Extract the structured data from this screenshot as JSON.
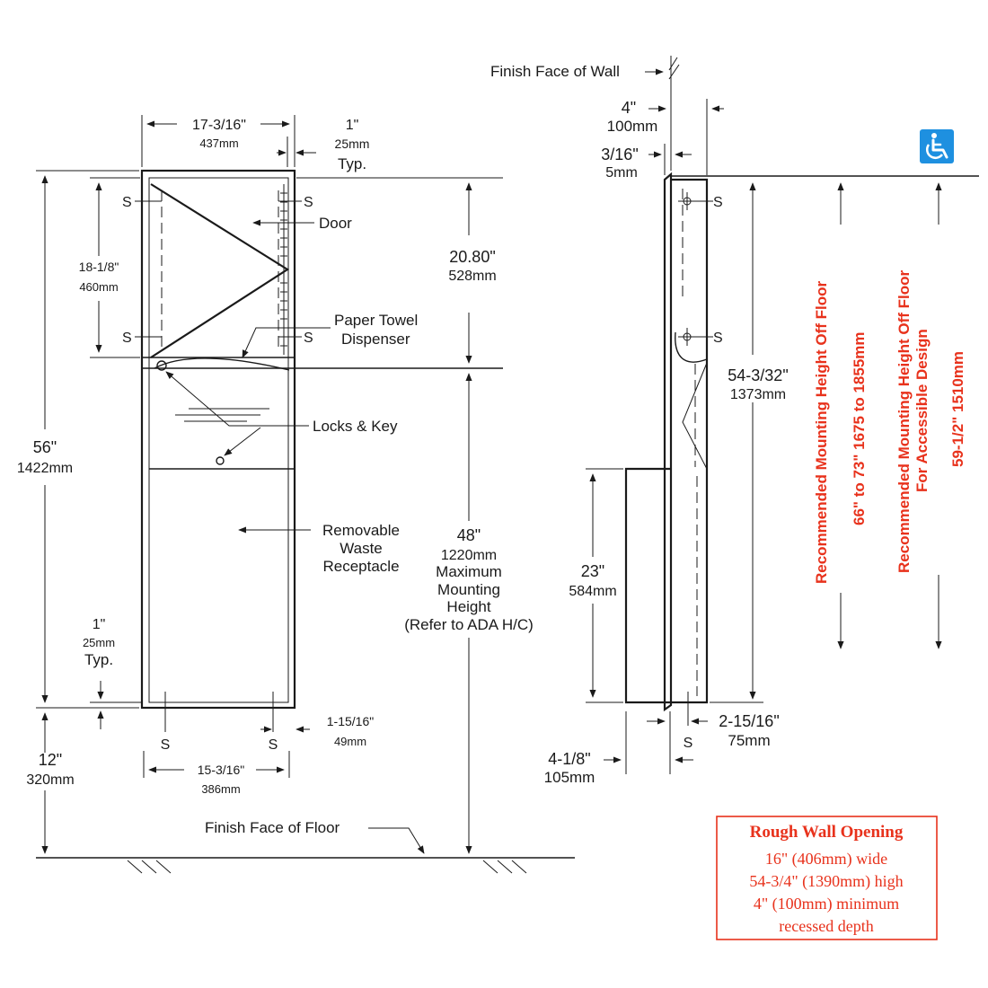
{
  "colors": {
    "ink": "#1a1a1a",
    "accent": "#e8321c",
    "accessible_icon_bg": "#1e90e0"
  },
  "icons": {
    "accessible": "wheelchair-icon"
  },
  "front_view": {
    "overall_width": "17-3/16\"",
    "overall_width_mm": "437mm",
    "flange": "1\"",
    "flange_mm": "25mm",
    "flange_typ": "Typ.",
    "screw_mark": "S",
    "door_label": "Door",
    "door_height": "18-1/8\"",
    "door_height_mm": "460mm",
    "paper_towel_line1": "Paper Towel",
    "paper_towel_line2": "Dispenser",
    "locks_key": "Locks & Key",
    "overall_height": "56\"",
    "overall_height_mm": "1422mm",
    "top_section": "20.80\"",
    "top_section_mm": "528mm",
    "waste_line1": "Removable",
    "waste_line2": "Waste",
    "waste_line3": "Receptacle",
    "max_height": "48\"",
    "max_height_mm": "1220mm",
    "max_height_l1": "Maximum",
    "max_height_l2": "Mounting",
    "max_height_l3": "Height",
    "max_height_l4": "(Refer to ADA H/C)",
    "bottom_flange": "1\"",
    "bottom_flange_mm": "25mm",
    "bottom_flange_typ": "Typ.",
    "screw_offset": "1-15/16\"",
    "screw_offset_mm": "49mm",
    "screw_span": "15-3/16\"",
    "screw_span_mm": "386mm",
    "floor_gap": "12\"",
    "floor_gap_mm": "320mm",
    "floor_label": "Finish Face of Floor"
  },
  "side_view": {
    "wall_label": "Finish Face of Wall",
    "depth": "4\"",
    "depth_mm": "100mm",
    "flange_thk": "3/16\"",
    "flange_thk_mm": "5mm",
    "screw_mark": "S",
    "height": "54-3/32\"",
    "height_mm": "1373mm",
    "recept_height": "23\"",
    "recept_height_mm": "584mm",
    "protrusion": "4-1/8\"",
    "protrusion_mm": "105mm",
    "screw_depth": "2-15/16\"",
    "screw_depth_mm": "75mm"
  },
  "red_notes": {
    "rec_height": "Recommended Mounting Height Off Floor",
    "rec_height_value": "66\" to 73\"  1675 to 1855mm",
    "accessible_l1": "Recommended Mounting Height Off Floor",
    "accessible_l2": "For Accessible Design",
    "accessible_value": "59-1/2\"  1510mm"
  },
  "rough_opening": {
    "title": "Rough Wall Opening",
    "line1": "16\" (406mm) wide",
    "line2": "54-3/4\" (1390mm) high",
    "line3": "4\" (100mm) minimum",
    "line4": "recessed depth"
  }
}
